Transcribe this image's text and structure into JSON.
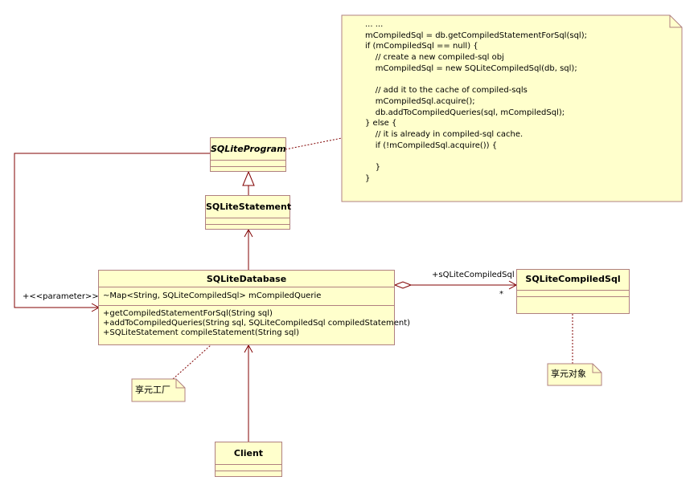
{
  "code_note": {
    "lines": [
      "... ...",
      "mCompiledSql = db.getCompiledStatementForSql(sql);",
      "if (mCompiledSql == null) {",
      "    // create a new compiled-sql obj",
      "    mCompiledSql = new SQLiteCompiledSql(db, sql);",
      "",
      "    // add it to the cache of compiled-sqls",
      "    mCompiledSql.acquire();",
      "    db.addToCompiledQueries(sql, mCompiledSql);",
      "} else {",
      "    // it is already in compiled-sql cache.",
      "    if (!mCompiledSql.acquire()) {",
      "",
      "    }",
      "}"
    ]
  },
  "classes": {
    "program": {
      "name": "SQLiteProgram"
    },
    "statement": {
      "name": "SQLiteStatement"
    },
    "database": {
      "name": "SQLiteDatabase",
      "attributes": [
        "~Map<String, SQLiteCompiledSql> mCompiledQuerie"
      ],
      "operations": [
        "+getCompiledStatementForSql(String sql)",
        "+addToCompiledQueries(String sql, SQLiteCompiledSql compiledStatement)",
        "+SQLiteStatement compileStatement(String sql)"
      ]
    },
    "compiled": {
      "name": "SQLiteCompiledSql"
    },
    "client": {
      "name": "Client"
    }
  },
  "labels": {
    "parameter": "+<<parameter>>",
    "assoc_role": "+sQLiteCompiledSql",
    "multiplicity": "*"
  },
  "notes": {
    "factory": "享元工厂",
    "flyweight": "享元对象"
  }
}
